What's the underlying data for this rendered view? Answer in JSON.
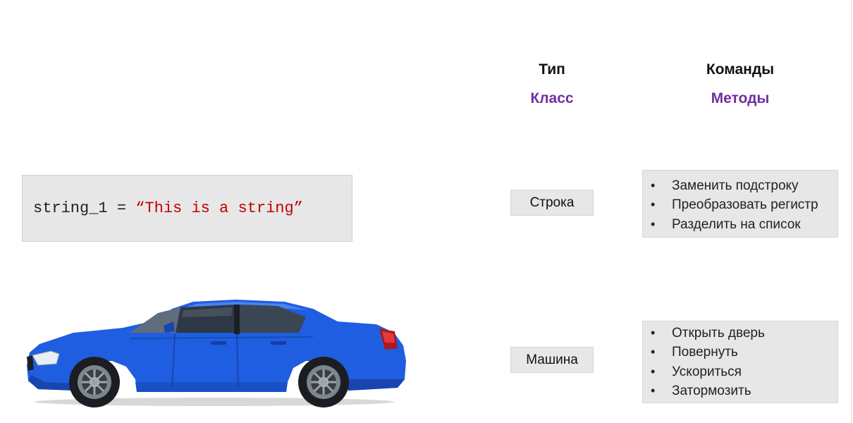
{
  "headers": {
    "type_title": "Тип",
    "type_subtitle": "Класс",
    "commands_title": "Команды",
    "commands_subtitle": "Методы"
  },
  "colors": {
    "subtitle": "#7030a0",
    "code_string": "#c00000",
    "box_fill": "#e7e7e7",
    "car_body": "#1f5ee0"
  },
  "rows": [
    {
      "example": {
        "kind": "code",
        "code_var": "string_1 = ",
        "code_string": "“This is a string”"
      },
      "type_label": "Строка",
      "methods": [
        "Заменить подстроку",
        "Преобразовать регистр",
        "Разделить на список"
      ]
    },
    {
      "example": {
        "kind": "image",
        "image_name": "blue-car-icon"
      },
      "type_label": "Машина",
      "methods": [
        "Открыть дверь",
        "Повернуть",
        "Ускориться",
        "Затормозить"
      ]
    }
  ]
}
